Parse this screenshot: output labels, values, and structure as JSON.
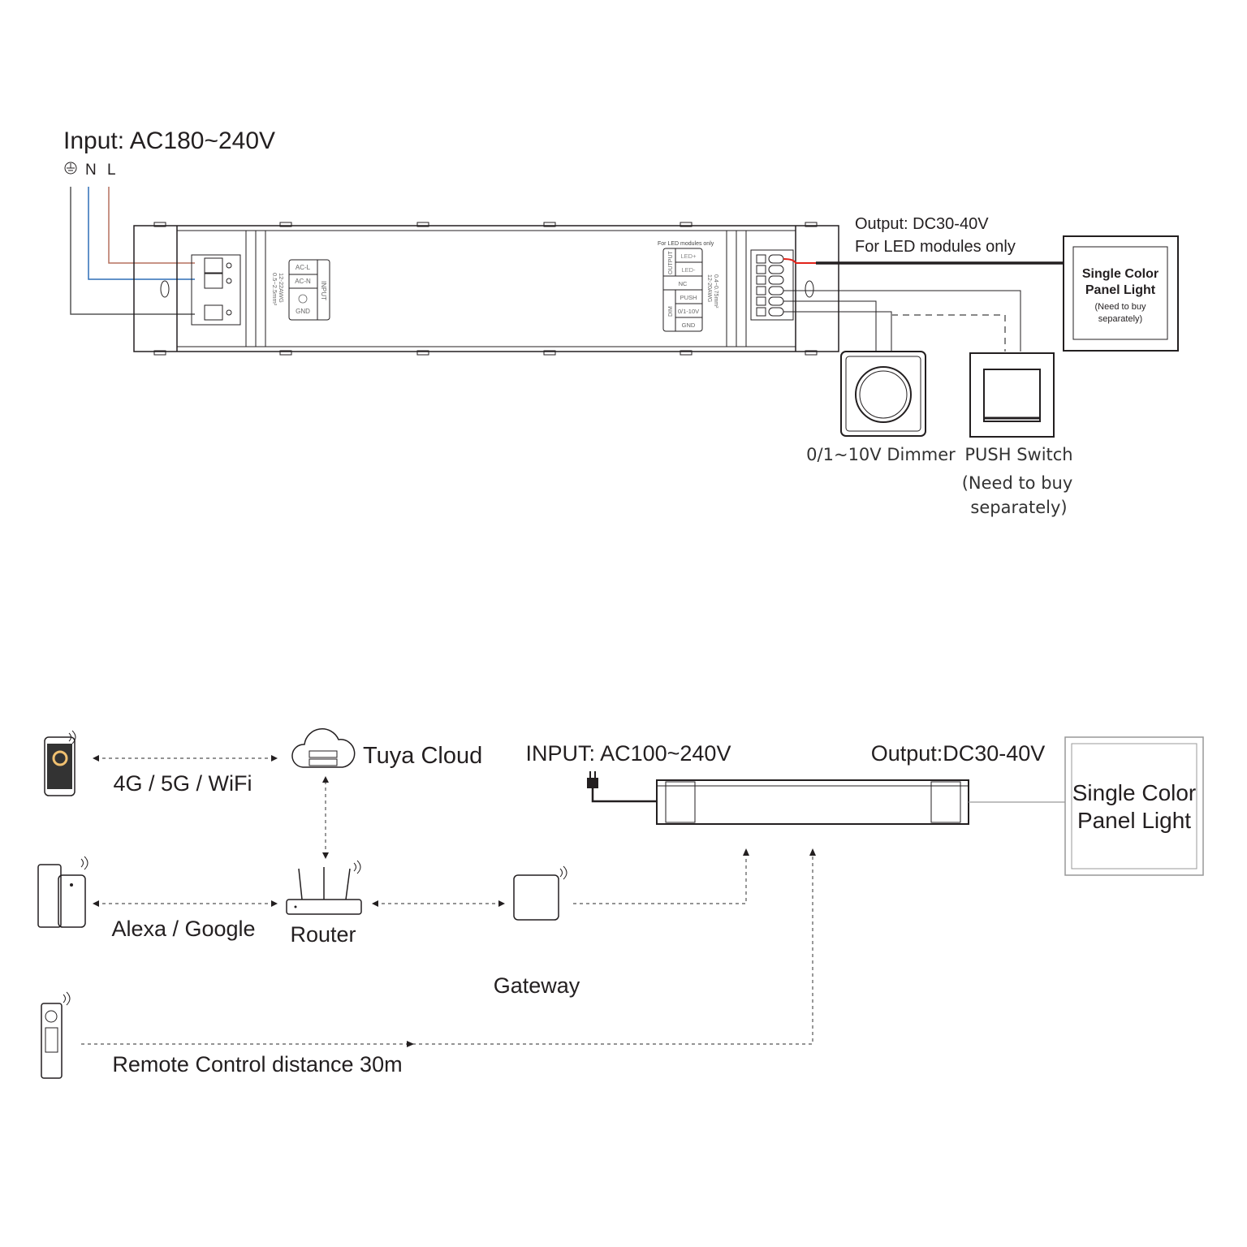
{
  "top": {
    "input_label": "Input: AC180~240V",
    "input_terminals": [
      "N",
      "L"
    ],
    "output_label_1": "Output: DC30-40V",
    "output_label_2": "For LED modules only",
    "driver_input_block": {
      "spec": [
        "12-22AWG",
        "0.5~2.5mm²"
      ],
      "terminals": [
        "AC-L",
        "AC-N",
        "GND"
      ],
      "group": "INPUT"
    },
    "driver_output_block": {
      "header": "For LED modules only",
      "spec": [
        "12-20AWG",
        "0.4~0.75mm²"
      ],
      "output_group": "OUTPUT",
      "dim_group": "DIM",
      "terminals": [
        "LED+",
        "LED-",
        "NC",
        "PUSH",
        "0/1-10V",
        "GND"
      ]
    },
    "panel": {
      "title_1": "Single Color",
      "title_2": "Panel Light",
      "note_1": "(Need to buy",
      "note_2": "separately)"
    },
    "dimmer_label": "0/1~10V Dimmer",
    "push_label": "PUSH Switch",
    "push_note_1": "(Need to buy",
    "push_note_2": "separately)",
    "colors": {
      "live": "#b5705f",
      "neutral": "#2e6fb7",
      "earth": "#555555",
      "positive": "#e2231a"
    }
  },
  "bottom": {
    "network_label": "4G / 5G / WiFi",
    "cloud_label": "Tuya Cloud",
    "voice_label": "Alexa / Google",
    "router_label": "Router",
    "gateway_label": "Gateway",
    "remote_label": "Remote Control distance 30m",
    "input_label": "INPUT: AC100~240V",
    "output_label": "Output:DC30-40V",
    "panel_1": "Single Color",
    "panel_2": "Panel Light"
  }
}
